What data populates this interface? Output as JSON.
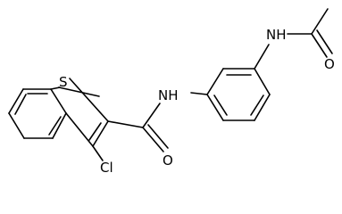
{
  "structure": {
    "atoms": {
      "S": "S",
      "Cl": "Cl",
      "O_amide": "O",
      "NH_amide": "NH",
      "NH_acetamide": "NH",
      "O_acetyl": "O"
    }
  },
  "colors": {
    "background": "#ffffff",
    "ink": "#000000"
  }
}
